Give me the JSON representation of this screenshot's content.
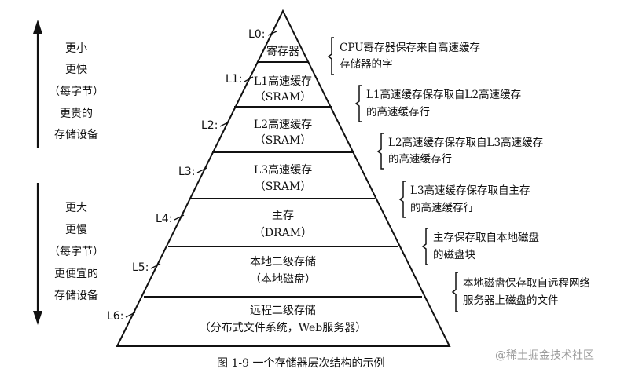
{
  "left_labels": {
    "top": [
      "更小",
      "更快",
      "（每字节）",
      "更贵的",
      "存储设备"
    ],
    "bottom": [
      "更大",
      "更慢",
      "（每字节）",
      "更便宜的",
      "存储设备"
    ]
  },
  "levels": [
    {
      "tag": "L0:",
      "lines": [
        "寄存器"
      ],
      "desc": [
        "CPU寄存器保存来自高速缓存",
        "存储器的字"
      ]
    },
    {
      "tag": "L1:",
      "lines": [
        "L1高速缓存",
        "（SRAM）"
      ],
      "desc": [
        "L1高速缓存保存取自L2高速缓存",
        "的高速缓存行"
      ]
    },
    {
      "tag": "L2:",
      "lines": [
        "L2高速缓存",
        "（SRAM）"
      ],
      "desc": [
        "L2高速缓存保存取自L3高速缓存",
        "的高速缓存行"
      ]
    },
    {
      "tag": "L3:",
      "lines": [
        "L3高速缓存",
        "（SRAM）"
      ],
      "desc": [
        "L3高速缓存保存取自主存",
        "的高速缓存行"
      ]
    },
    {
      "tag": "L4:",
      "lines": [
        "主存",
        "（DRAM）"
      ],
      "desc": [
        "主存保存取自本地磁盘",
        "的磁盘块"
      ]
    },
    {
      "tag": "L5:",
      "lines": [
        "本地二级存储",
        "（本地磁盘）"
      ],
      "desc": [
        "本地磁盘保存取自远程网络",
        "服务器上磁盘的文件"
      ]
    },
    {
      "tag": "L6:",
      "lines": [
        "远程二级存储",
        "（分布式文件系统，Web服务器）"
      ],
      "desc": []
    }
  ],
  "caption": "图 1-9   一个存储器层次结构的示例",
  "watermark": "@稀土掘金技术社区"
}
